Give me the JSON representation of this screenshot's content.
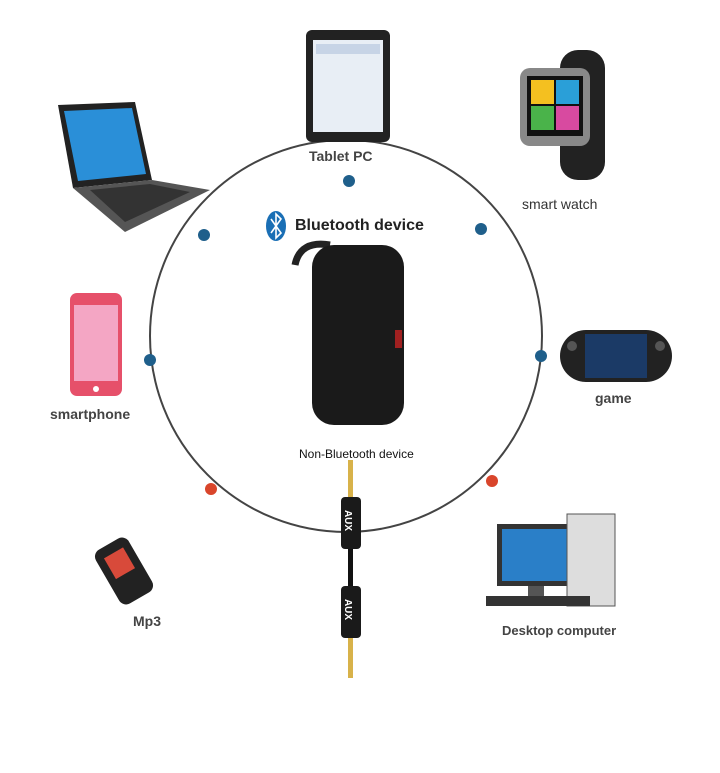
{
  "labels": {
    "tablet": "Tablet PC",
    "watch": "smart watch",
    "bluetooth": "Bluetooth device",
    "smartphone": "smartphone",
    "game": "game",
    "non_bluetooth": "Non-Bluetooth device",
    "mp3": "Mp3",
    "desktop": "Desktop computer",
    "aux": "AUX"
  },
  "colors": {
    "ring": "#444444",
    "dot_blue": "#1f5f8b",
    "dot_red": "#d9452b",
    "bluetooth": "#1a6fb5"
  }
}
